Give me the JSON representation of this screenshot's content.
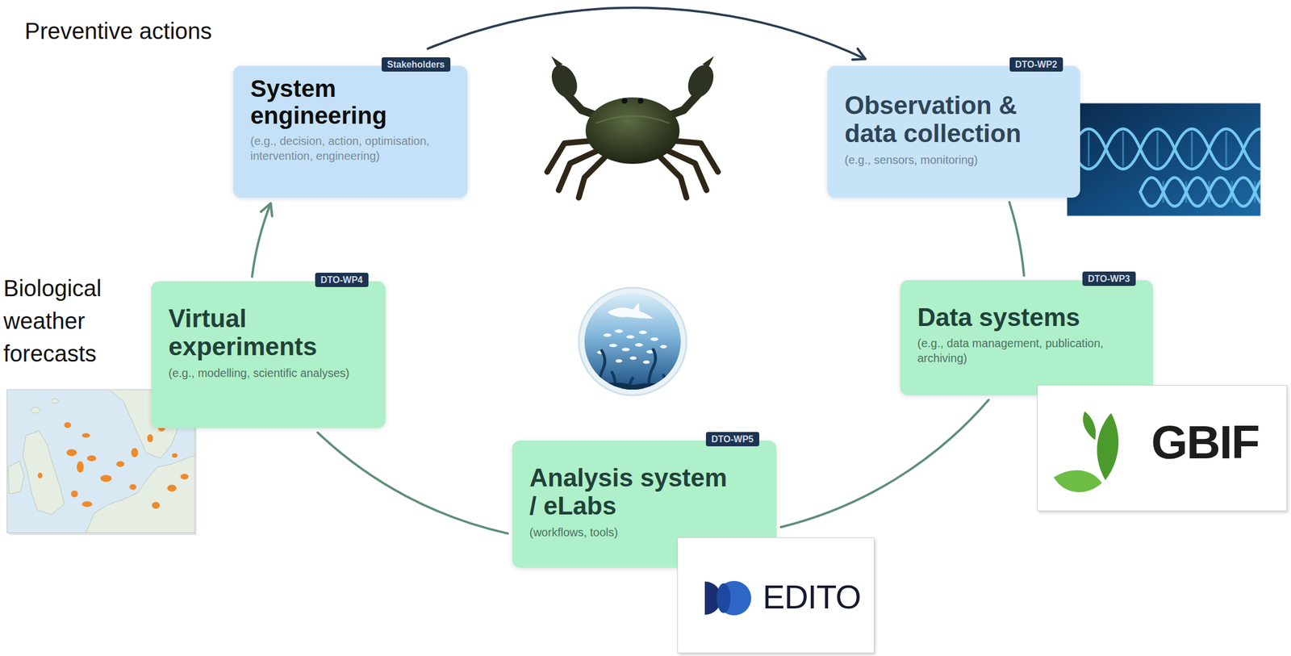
{
  "diagram": {
    "nodes": [
      {
        "text": [
          "Stakeholders",
          "System engineering",
          "(e.g., decision, action, optimisation, intervention, engineering)"
        ]
      },
      {
        "text": [
          "DTO-WP2",
          "Observation & data collection",
          "(e.g., sensors, monitoring)"
        ]
      },
      {
        "text": [
          "DTO-WP3",
          "Data systems",
          "(e.g., data management, publication, archiving)"
        ]
      },
      {
        "text": [
          "DTO-WP5",
          "Analysis system / eLabs",
          "(workflows, tools)"
        ]
      },
      {
        "text": [
          "DTO-WP4",
          "Virtual experiments",
          "(e.g., modelling, scientific analyses)"
        ]
      }
    ],
    "edges": [
      {
        "from": 0,
        "to": 1,
        "arrow": "to"
      },
      {
        "from": 1,
        "to": 2,
        "arrow": "none"
      },
      {
        "from": 2,
        "to": 3,
        "arrow": "none"
      },
      {
        "from": 3,
        "to": 4,
        "arrow": "none"
      },
      {
        "from": 4,
        "to": 0,
        "arrow": "to"
      }
    ],
    "labels": [
      "Preventive actions",
      "Biological weather forecasts",
      "GBIF",
      "EDITO"
    ]
  }
}
